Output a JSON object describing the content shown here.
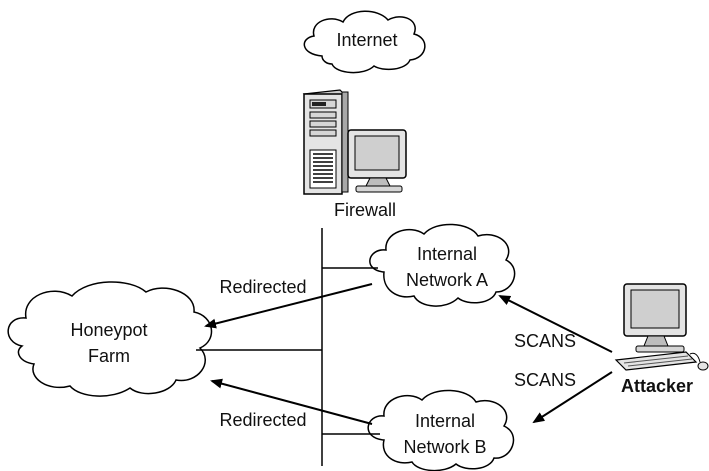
{
  "labels": {
    "internet": "Internet",
    "firewall": "Firewall",
    "internal_network_a_line1": "Internal",
    "internal_network_a_line2": "Network A",
    "internal_network_b_line1": "Internal",
    "internal_network_b_line2": "Network B",
    "honeypot_line1": "Honeypot",
    "honeypot_line2": "Farm",
    "redirected_top": "Redirected",
    "redirected_bottom": "Redirected",
    "scans_top": "SCANS",
    "scans_bottom": "SCANS",
    "attacker": "Attacker"
  },
  "colors": {
    "line": "#000000",
    "cloud_fill": "#ffffff",
    "device_body": "#e6e6e6",
    "device_shade": "#b0b0b0",
    "screen": "#d0d0d0"
  }
}
